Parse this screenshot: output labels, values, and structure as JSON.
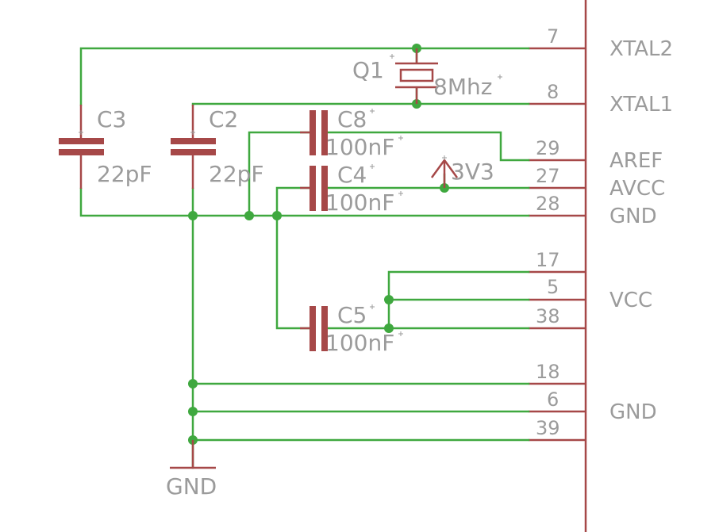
{
  "pins": [
    {
      "num": "7",
      "signal": "XTAL2"
    },
    {
      "num": "8",
      "signal": "XTAL1"
    },
    {
      "num": "29",
      "signal": "AREF"
    },
    {
      "num": "27",
      "signal": "AVCC"
    },
    {
      "num": "28",
      "signal": "GND"
    },
    {
      "num": "17",
      "signal": ""
    },
    {
      "num": "5",
      "signal": "VCC"
    },
    {
      "num": "38",
      "signal": ""
    },
    {
      "num": "18",
      "signal": ""
    },
    {
      "num": "6",
      "signal": "GND"
    },
    {
      "num": "39",
      "signal": ""
    }
  ],
  "components": {
    "q1": {
      "name": "Q1",
      "value": "8Mhz"
    },
    "c3": {
      "name": "C3",
      "value": "22pF"
    },
    "c2": {
      "name": "C2",
      "value": "22pF"
    },
    "c8": {
      "name": "C8",
      "value": "100nF"
    },
    "c4": {
      "name": "C4",
      "value": "100nF"
    },
    "c5": {
      "name": "C5",
      "value": "100nF"
    }
  },
  "supplies": {
    "v3v3": "3V3",
    "gnd": "GND"
  },
  "colors": {
    "wire": "#3fa83f",
    "part": "#a64848",
    "text": "#9b9b9b"
  }
}
